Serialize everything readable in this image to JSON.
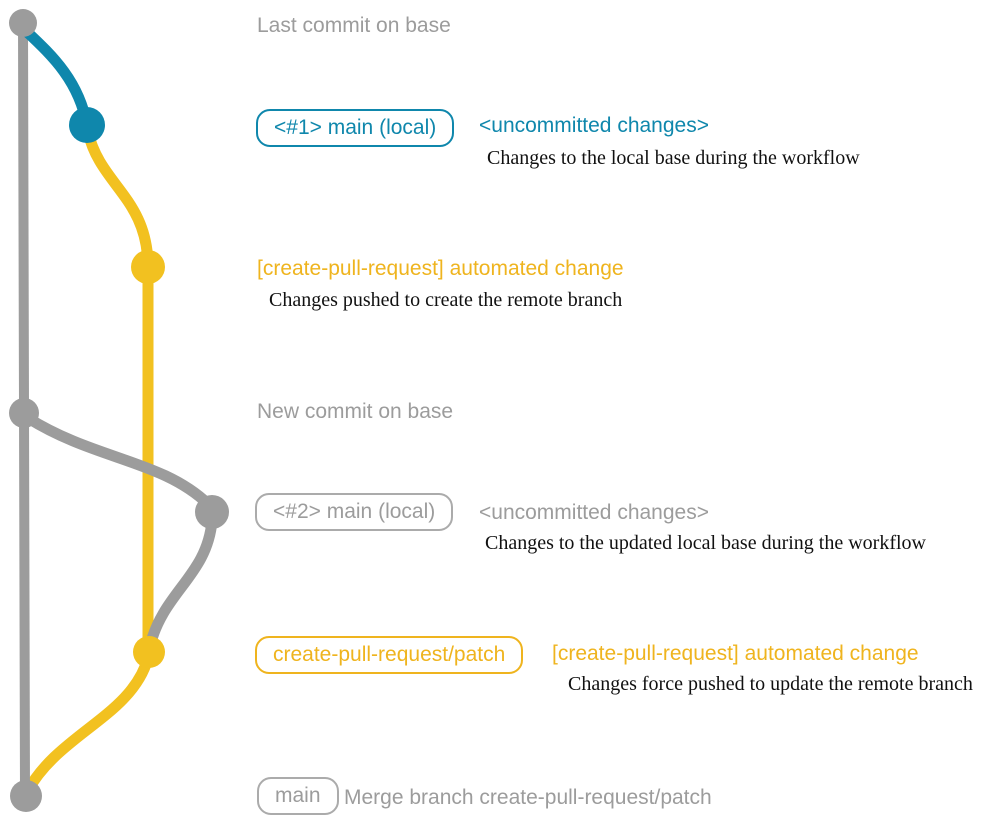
{
  "colors": {
    "background": "#ffffff",
    "gray": "#9c9c9c",
    "gray_border": "#ababab",
    "blue": "#0f87ac",
    "yellow_text": "#efb41e",
    "yellow_line": "#f2c120",
    "text": "#111111"
  },
  "diagram": {
    "type": "git-branch-graph",
    "branches": [
      "base (gray)",
      "main local (blue/gray)",
      "create-pull-request/patch (yellow)"
    ],
    "commits": [
      {
        "name": "last-commit-on-base",
        "color": "gray"
      },
      {
        "name": "local-main-commit-1",
        "color": "blue"
      },
      {
        "name": "remote-branch-created-commit",
        "color": "yellow"
      },
      {
        "name": "new-commit-on-base",
        "color": "gray"
      },
      {
        "name": "local-main-commit-2",
        "color": "gray"
      },
      {
        "name": "remote-branch-force-pushed-commit",
        "color": "yellow"
      },
      {
        "name": "merge-commit",
        "color": "gray"
      }
    ]
  },
  "annotations": {
    "last_commit": "Last commit on base",
    "branch1": {
      "badge": "<#1> main (local)",
      "status": "<uncommitted changes>",
      "description": "Changes to the local base during the workflow"
    },
    "auto_change1": {
      "title": "[create-pull-request] automated change",
      "description": "Changes pushed to create the remote branch"
    },
    "new_commit": "New commit on base",
    "branch2": {
      "badge": "<#2> main (local)",
      "status": "<uncommitted changes>",
      "description": "Changes to the updated local base during the workflow"
    },
    "patch_branch": {
      "badge": "create-pull-request/patch",
      "title": "[create-pull-request] automated change",
      "description": "Changes force pushed to update the remote branch"
    },
    "merge": {
      "badge": "main",
      "text": "Merge branch create-pull-request/patch"
    }
  }
}
